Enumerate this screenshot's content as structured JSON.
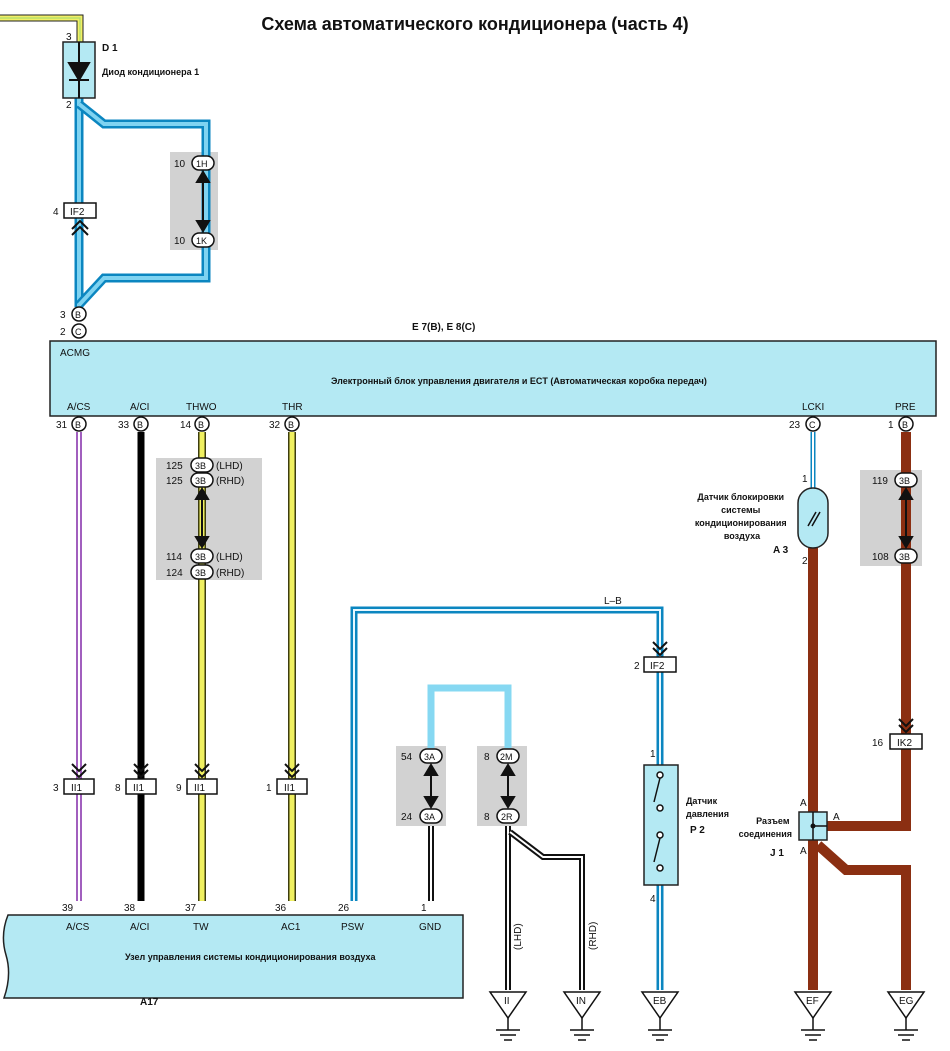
{
  "title": "Схема автоматического кондиционера (часть 4)",
  "diode": {
    "id": "D 1",
    "label": "Диод кондиционера 1",
    "pin_top": "3",
    "pin_bottom": "2"
  },
  "connectors_1h1k": {
    "top_pin": "10",
    "top_code": "1H",
    "bottom_pin": "10",
    "bottom_code": "1K"
  },
  "if2_left": {
    "pin": "4",
    "code": "IF2"
  },
  "ecu": {
    "connectors": "E 7(B), E 8(C)",
    "acmg": "ACMG",
    "acmg_b_pin": "3",
    "acmg_c_pin": "2",
    "letter_b": "B",
    "letter_c": "C",
    "title": "Электронный блок управления двигателя и ECT (Автоматическая коробка передач)",
    "pins": [
      {
        "name": "A/CS",
        "num": "31",
        "conn": "B"
      },
      {
        "name": "A/CI",
        "num": "33",
        "conn": "B"
      },
      {
        "name": "THWO",
        "num": "14",
        "conn": "B"
      },
      {
        "name": "THR",
        "num": "32",
        "conn": "B"
      },
      {
        "name": "LCKI",
        "num": "23",
        "conn": "C"
      },
      {
        "name": "PRE",
        "num": "1",
        "conn": "B"
      }
    ]
  },
  "connectors_3b": {
    "rows": [
      {
        "pin": "125",
        "code": "3B",
        "side": "(LHD)"
      },
      {
        "pin": "125",
        "code": "3B",
        "side": "(RHD)"
      },
      {
        "pin": "114",
        "code": "3B",
        "side": "(LHD)"
      },
      {
        "pin": "124",
        "code": "3B",
        "side": "(RHD)"
      }
    ]
  },
  "lock_sensor": {
    "id": "A 3",
    "label_lines": [
      "Датчик блокировки",
      "системы",
      "кондиционирования",
      "воздуха"
    ],
    "pin_top": "1",
    "pin_bottom": "2"
  },
  "connectors_pre": {
    "top_pin": "119",
    "top_code": "3B",
    "bottom_pin": "108",
    "bottom_code": "3B"
  },
  "psw_wire": {
    "color": "L–B",
    "inline_pin": "2",
    "inline_code": "IF2"
  },
  "ik2": {
    "pin": "16",
    "code": "IK2"
  },
  "jumper": {
    "a_top_pin": "54",
    "a_top_code": "3A",
    "a_bottom_pin": "24",
    "a_bottom_code": "3A",
    "m_pin": "8",
    "m_code": "2M",
    "r_pin": "8",
    "r_code": "2R"
  },
  "ii1": [
    {
      "pin": "3",
      "code": "II1"
    },
    {
      "pin": "8",
      "code": "II1"
    },
    {
      "pin": "9",
      "code": "II1"
    },
    {
      "pin": "1",
      "code": "II1"
    }
  ],
  "pressure_switch": {
    "id": "P 2",
    "label_lines": [
      "Датчик",
      "давления"
    ],
    "pin_top": "1",
    "pin_bottom": "4"
  },
  "junction": {
    "id": "J 1",
    "label_lines": [
      "Разъем",
      "соединения"
    ],
    "pin_top": "A",
    "pin_right": "A",
    "pin_bottom": "A"
  },
  "ac_unit": {
    "id": "A17",
    "title": "Узел управления системы кондиционирования воздуха",
    "pins": [
      {
        "num": "39",
        "name": "A/CS"
      },
      {
        "num": "38",
        "name": "A/CI"
      },
      {
        "num": "37",
        "name": "TW"
      },
      {
        "num": "36",
        "name": "AC1"
      },
      {
        "num": "26",
        "name": "PSW"
      },
      {
        "num": "1",
        "name": "GND"
      }
    ]
  },
  "grounds": {
    "lhd_label": "(LHD)",
    "rhd_label": "(RHD)",
    "names": [
      "II",
      "IN",
      "EB",
      "EF",
      "EG"
    ]
  },
  "colors": {
    "ecu_fill": "#b4e9f3",
    "wire_blue": "#0b86c0",
    "wire_brown": "#8b2f12",
    "wire_yellow": "#f0f060",
    "wire_violet": "#a15fbe",
    "wire_light_blue": "#86d8f2",
    "connector_block": "#d2d2d2"
  }
}
